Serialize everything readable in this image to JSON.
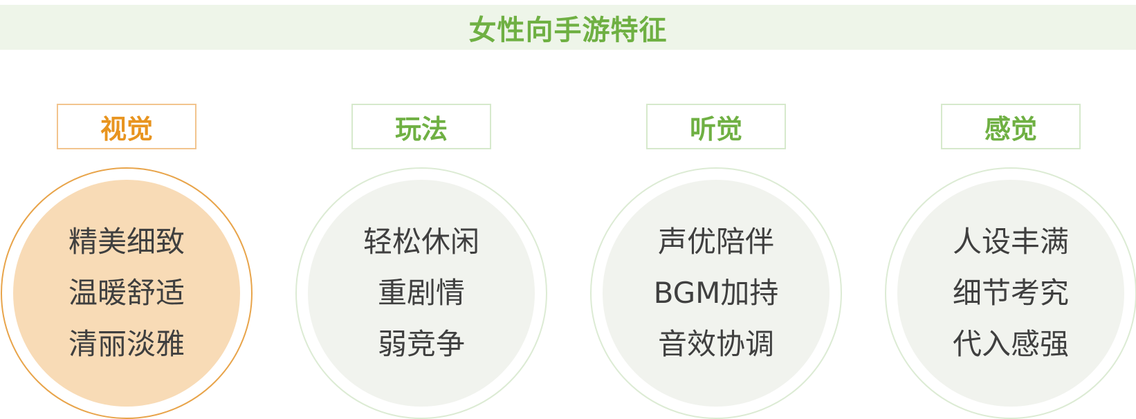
{
  "title": "女性向手游特征",
  "columns": [
    {
      "label": "视觉",
      "active": true,
      "items": [
        "精美细致",
        "温暖舒适",
        "清丽淡雅"
      ]
    },
    {
      "label": "玩法",
      "active": false,
      "items": [
        "轻松休闲",
        "重剧情",
        "弱竞争"
      ]
    },
    {
      "label": "听觉",
      "active": false,
      "items": [
        "声优陪伴",
        "BGM加持",
        "音效协调"
      ]
    },
    {
      "label": "感觉",
      "active": false,
      "items": [
        "人设丰满",
        "细节考究",
        "代入感强"
      ]
    }
  ],
  "colors": {
    "accent_green": "#6fb043",
    "accent_orange": "#e8941f",
    "active_fill": "#f8dbb6",
    "inactive_fill": "#f1f3ee",
    "banner_bg": "#eef5e9"
  }
}
